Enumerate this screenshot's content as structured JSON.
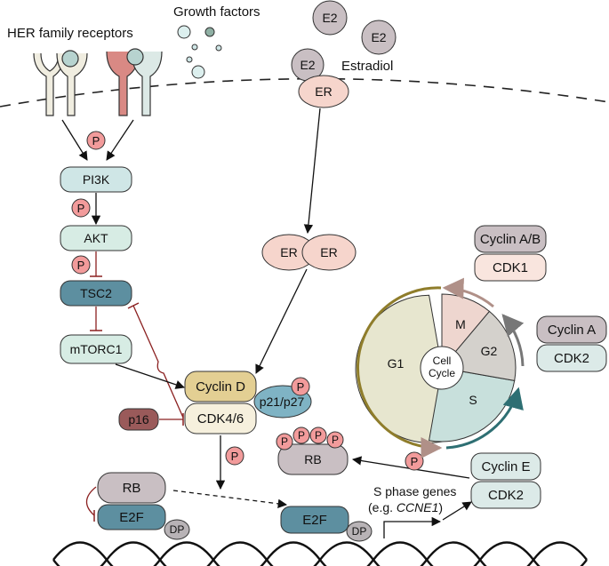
{
  "labels": {
    "her_receptors": "HER family receptors",
    "growth_factors": "Growth factors",
    "estradiol": "Estradiol",
    "e2": "E2",
    "er": "ER",
    "p": "P",
    "pi3k": "PI3K",
    "akt": "AKT",
    "tsc2": "TSC2",
    "mtorc1": "mTORC1",
    "cyclin_d": "Cyclin D",
    "cdk46": "CDK4/6",
    "p21p27": "p21/p27",
    "p16": "p16",
    "rb": "RB",
    "e2f": "E2F",
    "dp": "DP",
    "s_phase_line1": "S phase genes",
    "s_phase_line2_prefix": "(e.g. ",
    "s_phase_gene": "CCNE1",
    "s_phase_line2_suffix": ")",
    "cyclin_e": "Cyclin E",
    "cdk2": "CDK2",
    "cyclin_ab": "Cyclin A/B",
    "cdk1": "CDK1",
    "cyclin_a": "Cyclin A",
    "cell": "Cell",
    "cycle": "Cycle",
    "g1": "G1",
    "s": "S",
    "g2": "G2",
    "m": "M"
  },
  "colors": {
    "teal_box": "#cfe6e6",
    "dark_teal_box": "#5d8fa0",
    "mint_box": "#d7ece4",
    "salmon_er": "#f6d5cc",
    "gray_e2": "#c9bfc3",
    "p_circle": "#f29b9b",
    "cyclin_d": "#e3cf93",
    "cdk46": "#f6f0dd",
    "p16": "#9a5a5a",
    "g1": "#e7e6cf",
    "s_phase": "#c8e0dc",
    "g2": "#d4d1cc",
    "m_phase": "#eed6cf",
    "arc_olive": "#8f7d2b",
    "arc_teal": "#2e6f73",
    "inhibit": "#8b2020"
  }
}
